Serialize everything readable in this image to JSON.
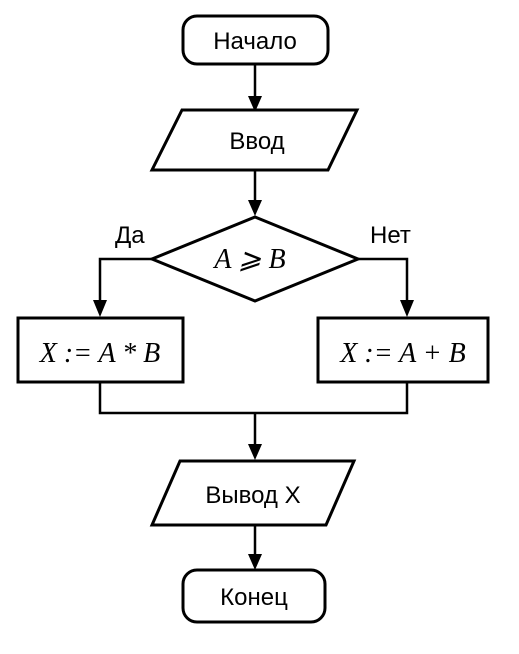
{
  "flowchart": {
    "start": {
      "label": "Начало"
    },
    "input": {
      "label": "Ввод"
    },
    "decision": {
      "label": "A ⩾ B",
      "yes_label": "Да",
      "no_label": "Нет"
    },
    "yes_branch": {
      "label": "X := A * B"
    },
    "no_branch": {
      "label": "X := A + B"
    },
    "output": {
      "label": "Вывод X"
    },
    "end": {
      "label": "Конец"
    }
  }
}
